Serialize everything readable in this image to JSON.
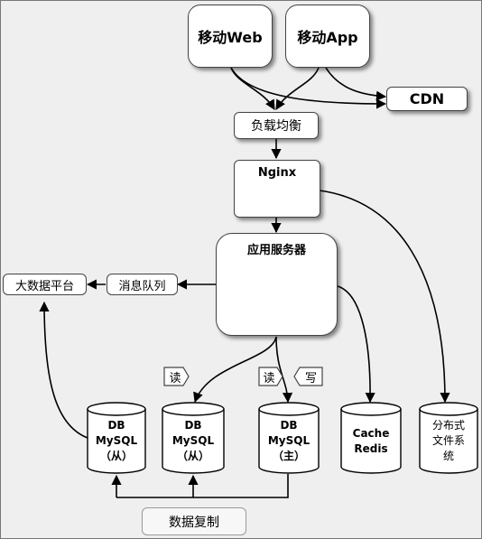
{
  "nodes": {
    "mobile_web": "移动Web",
    "mobile_app": "移动App",
    "cdn": "CDN",
    "load_balancer": "负载均衡",
    "nginx": "Nginx",
    "app_server": "应用服务器",
    "message_queue": "消息队列",
    "big_data": "大数据平台",
    "data_replication": "数据复制"
  },
  "databases": [
    {
      "label": "DB\nMySQL\n（从）"
    },
    {
      "label": "DB\nMySQL\n（从）"
    },
    {
      "label": "DB\nMySQL\n（主）"
    },
    {
      "label": "Cache\nRedis"
    },
    {
      "label": "分布式\n文件系\n统"
    }
  ],
  "tags": {
    "read_1": "读",
    "read_2": "读",
    "write": "写"
  }
}
